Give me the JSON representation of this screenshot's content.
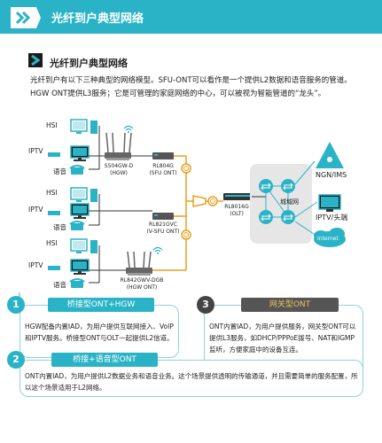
{
  "header": {
    "title": "光纤到户典型网络"
  },
  "section": {
    "title": "光纤到户典型网络",
    "paragraph": "光纤到户有以下三种典型的网络模型。SFU-ONT可以看作是一个提供L2数据和语音服务的管道。HGW ONT提供L3服务；它是可管理的家庭网络的中心，可以被视为智能管道的“龙头”。"
  },
  "diagram": {
    "user_labels": {
      "hsi": "HSI",
      "iptv": "IPTV",
      "voice": "语音"
    },
    "devices": {
      "s504gw": "S504GW-D\n(HGW)",
      "rl804g": "RL804G\n(SFU ONT)",
      "rl821gvc": "RL821GVC\n(V-SFU ONT)",
      "rl842": "RL842GWV-DGB\n(HGW ONT)",
      "olt": "RL8016G\n(OLT)"
    },
    "network": {
      "metro": "城域网",
      "ngn": "NGN/IMS",
      "iptv_head": "IPTV/头端",
      "internet": "Internet"
    },
    "colors": {
      "accent": "#2ab3c6",
      "fiber": "#e8a020",
      "line": "#333333"
    }
  },
  "panels": [
    {
      "num": "1",
      "title": "桥接型ONT+HGW",
      "text": "HGW配备内置IAD，为用户提供互联网接入、VoIP和IPTV服务。桥接型ONT与OLT一起提供L2信道。"
    },
    {
      "num": "2",
      "title": "桥接+语音型ONT",
      "text": "ONT内置IAD，为用户提供L2数据业务和语音业务。这个场景提供透明的传输通道，并且需要简单的服务配置，所以这个场景适用于L2网络。"
    },
    {
      "num": "3",
      "title": "网关型ONT",
      "text": "ONT内置IAD，为用户提供服务，网关型ONT可以提供L3服务，如DHCP/PPPoE拨号、NAT和IGMP监听，方便家庭中的设备互连。"
    }
  ]
}
